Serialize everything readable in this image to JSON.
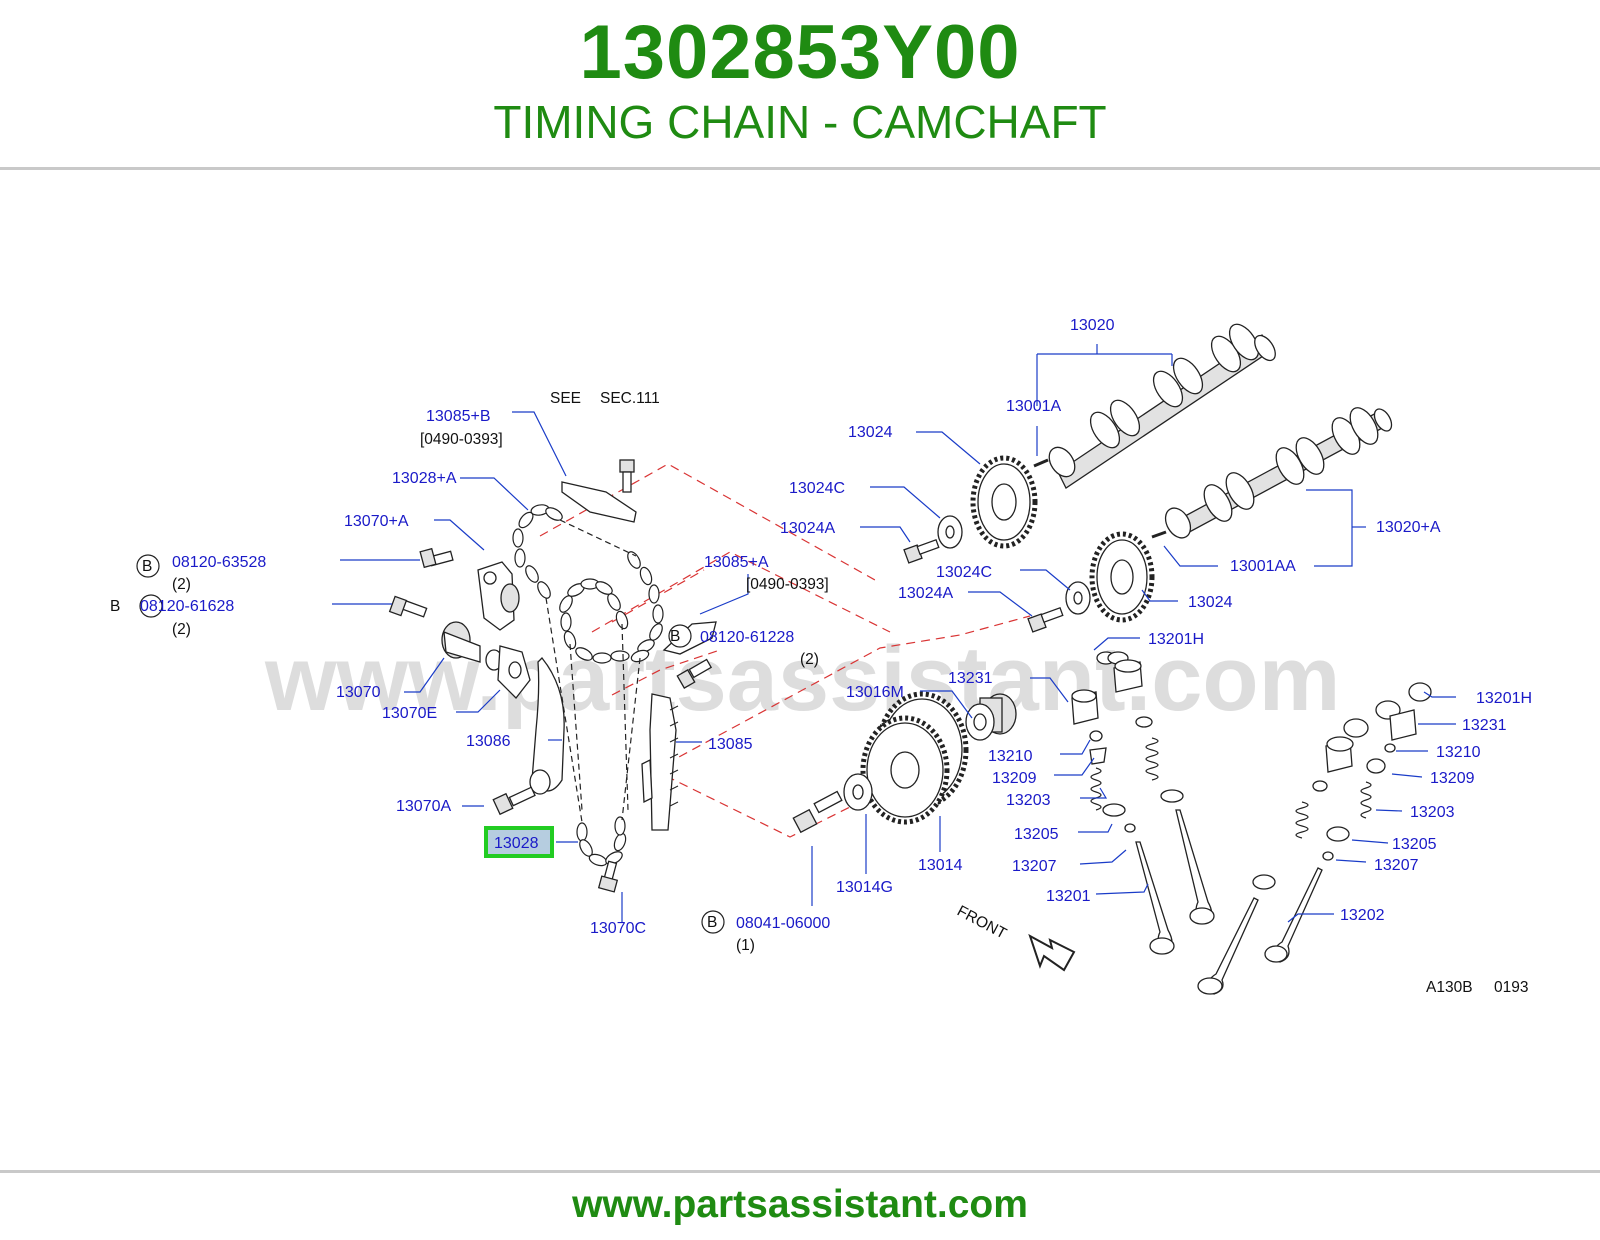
{
  "header": {
    "part_number": "1302853Y00",
    "title": "TIMING CHAIN - CAMCHAFT"
  },
  "footer": {
    "url": "www.partsassistant.com"
  },
  "watermark": "www.partsassistant.com",
  "colors": {
    "brand_green": "#1f8b12",
    "label_blue": "#1a1ac8",
    "highlight": "#22cc22",
    "guide_red": "#d93434"
  },
  "diagram": {
    "code": "A130B",
    "date": "0193",
    "see_section": {
      "see": "SEE",
      "sec": "SEC.111"
    },
    "front": "FRONT",
    "circle_b": "B",
    "labels": {
      "p13020": "13020",
      "p13001A": "13001A",
      "p13024_top": "13024",
      "p13024C_top": "13024C",
      "p13024A_top": "13024A",
      "p13020A": "13020+A",
      "p13001AA": "13001AA",
      "p13024C_mid": "13024C",
      "p13024A_mid": "13024A",
      "p13024_mid": "13024",
      "p13085B": "13085+B",
      "p13085B_range": "[0490-0393]",
      "p13028A": "13028+A",
      "p13070A_plus": "13070+A",
      "b08120_63528": "08120-63528",
      "b08120_63528_qty": "(2)",
      "b08120_61628": "08120-61628",
      "b08120_61628_qty": "(2)",
      "p13085A_plus": "13085+A",
      "p13085A_range": "[0490-0393]",
      "b08120_61228": "08120-61228",
      "b08120_61228_qty": "(2)",
      "p13070": "13070",
      "p13070E": "13070E",
      "p13086": "13086",
      "p13085": "13085",
      "p13070A": "13070A",
      "p13028": "13028",
      "p13070C": "13070C",
      "b08041_06000": "08041-06000",
      "b08041_06000_qty": "(1)",
      "p13016M": "13016M",
      "p13014G": "13014G",
      "p13014": "13014",
      "p13201H_l": "13201H",
      "p13231_l": "13231",
      "p13210_l": "13210",
      "p13209_l": "13209",
      "p13203_l": "13203",
      "p13205_l": "13205",
      "p13207_l": "13207",
      "p13201_l": "13201",
      "p13201H_r": "13201H",
      "p13231_r": "13231",
      "p13210_r": "13210",
      "p13209_r": "13209",
      "p13203_r": "13203",
      "p13205_r": "13205",
      "p13207_r": "13207",
      "p13202_r": "13202"
    }
  }
}
